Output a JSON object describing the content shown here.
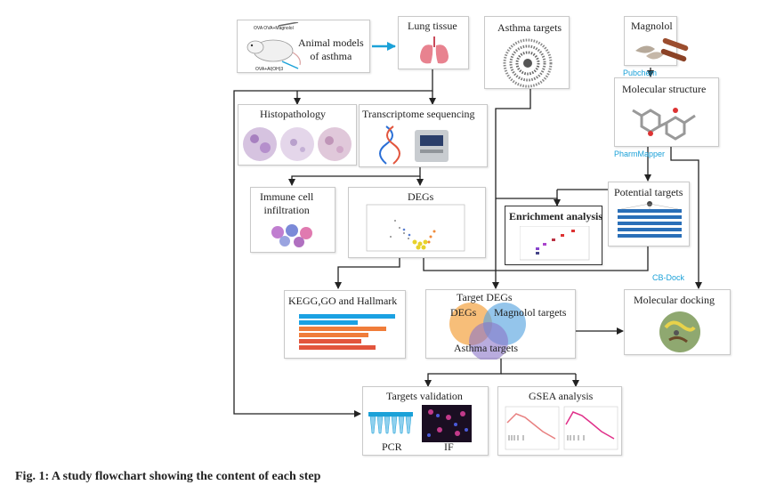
{
  "boxes": {
    "animal": {
      "title": "Animal models\nof asthma",
      "label_top": "OVA OVA+Magnolol",
      "label_bottom": "OVA+Al(OH)3"
    },
    "lung": {
      "title": "Lung tissue"
    },
    "asthma_targets": {
      "title": "Asthma targets"
    },
    "magnolol": {
      "title": "Magnolol"
    },
    "molecular_structure": {
      "title": "Molecular structure"
    },
    "histopathology": {
      "title": "Histopathology"
    },
    "transcriptome": {
      "title": "Transcriptome sequencing"
    },
    "immune": {
      "title": "Immune cell\ninfiltration"
    },
    "degs": {
      "title": "DEGs"
    },
    "enrichment": {
      "title": "Enrichment analysis"
    },
    "potential_targets": {
      "title": "Potential targets"
    },
    "kegg": {
      "title": "KEGG,GO and Hallmark"
    },
    "target_degs": {
      "title": "Target DEGs",
      "venn_degs": "DEGs",
      "venn_magnolol": "Magnolol targets",
      "venn_asthma": "Asthma targets"
    },
    "docking": {
      "title": "Molecular docking"
    },
    "validation": {
      "title": "Targets validation",
      "pcr": "PCR",
      "if": "IF"
    },
    "gsea": {
      "title": "GSEA analysis"
    }
  },
  "edge_labels": {
    "pubchem": "Pubchem",
    "pharmmapper": "PharmMapper",
    "cbdock": "CB-Dock"
  },
  "caption": "Fig. 1: A study flowchart showing the content of each step",
  "colors": {
    "blue_arrow": "#1ba1d8",
    "venn_orange": "#f4a340",
    "venn_blue": "#5aa6e0",
    "venn_purple": "#8a74c8",
    "kegg_blue": "#1ba1e2",
    "kegg_orange": "#f07d3a",
    "kegg_red": "#e2553d"
  }
}
